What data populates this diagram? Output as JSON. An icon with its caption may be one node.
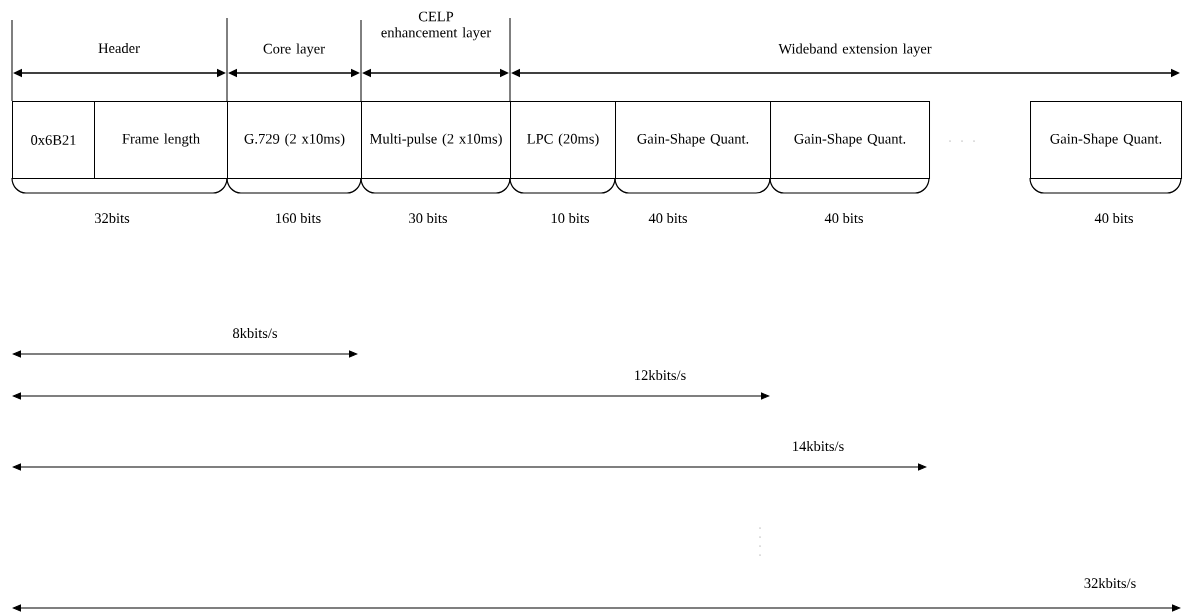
{
  "diagram": {
    "nodes": [
      {
        "text": [
          "0x6B21"
        ]
      },
      {
        "text": [
          "Frame length"
        ]
      },
      {
        "text": [
          "G.729 (2 x10ms)"
        ]
      },
      {
        "text": [
          "Multi-pulse (2 x10ms)"
        ]
      },
      {
        "text": [
          "LPC (20ms)"
        ]
      },
      {
        "text": [
          "Gain-Shape Quant."
        ]
      },
      {
        "text": [
          "Gain-Shape Quant."
        ]
      },
      {
        "text": [
          "Gain-Shape Quant."
        ]
      }
    ],
    "labels": [
      "Header",
      "Core layer",
      "CELP enhancement layer",
      "Wideband extension layer",
      "32bits",
      "160 bits",
      "30 bits",
      "10 bits",
      "40 bits",
      "40 bits",
      "40 bits",
      "8kbits/s",
      "12kbits/s",
      "14kbits/s",
      "32kbits/s"
    ]
  }
}
